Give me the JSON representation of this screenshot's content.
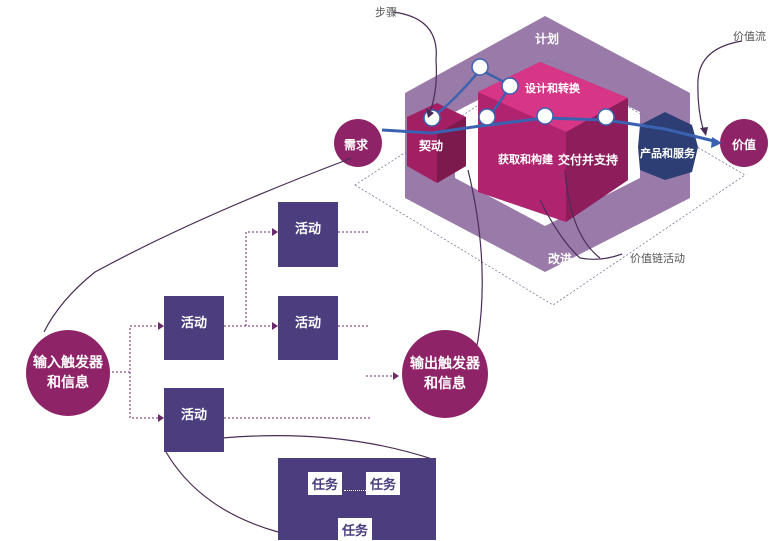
{
  "labels": {
    "step": "步骤",
    "value_stream": "价值流",
    "plan": "计划",
    "design_transition": "设计和转换",
    "engage": "契动",
    "obtain_build": "获取和构建",
    "deliver_support": "交付并支持",
    "products_services": "产品和服务",
    "demand": "需求",
    "value": "价值",
    "improve": "改进",
    "value_chain_activities": "价值链活动"
  },
  "activities": [
    "活动",
    "活动",
    "活动"
  ],
  "triggers": {
    "input_line1": "输入触发器",
    "input_line2": "和信息",
    "output_line1": "输出触发器",
    "output_line2": "和信息"
  },
  "tasks": [
    "任务",
    "任务",
    "任务"
  ],
  "colors": {
    "magenta": "#8e2467",
    "purple_dark": "#4b3d7e",
    "hex_outer": "#9a7aa8",
    "navy": "#2c3e73",
    "flow_line": "#3a62b0"
  }
}
